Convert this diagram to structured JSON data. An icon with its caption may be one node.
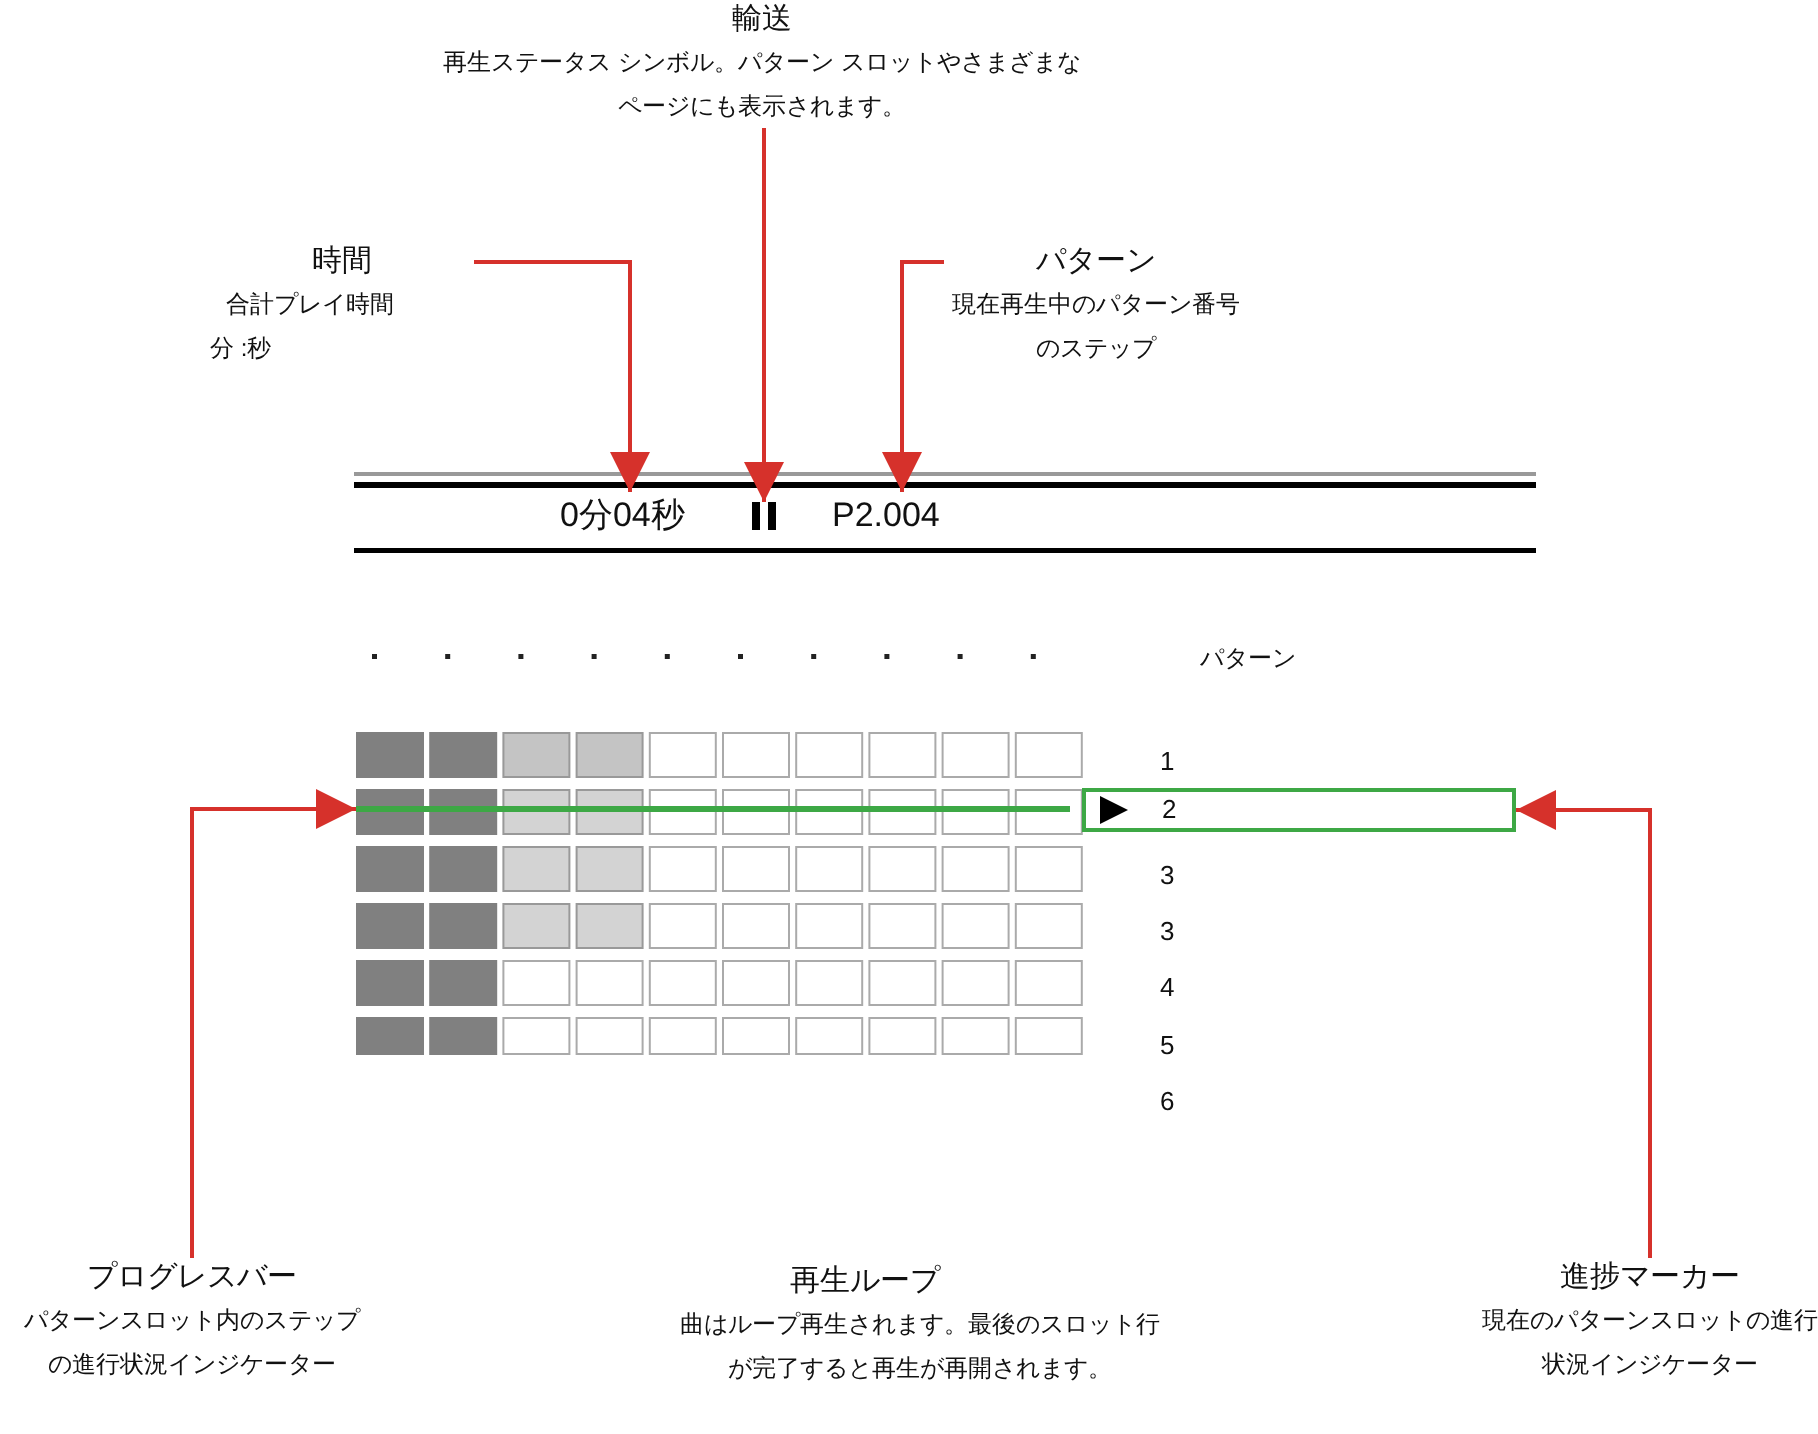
{
  "diagram": {
    "nodes": [
      {
        "text": [
          "輸送",
          "再生ステータス シンボル。パターン スロットやさまざまなページにも表示されます。"
        ]
      },
      {
        "text": [
          "時間",
          "合計プレイ時間",
          "分 :秒"
        ]
      },
      {
        "text": [
          "パターン",
          "現在再生中のパターン番号のステップ"
        ]
      },
      {
        "text": [
          "0分04秒"
        ]
      },
      {
        "text": [],
        "shape": "icon"
      },
      {
        "text": [
          "P2.004"
        ]
      },
      {
        "text": [],
        "shape": "bar"
      },
      {
        "text": [
          "2"
        ]
      },
      {
        "text": [
          "プログレスバー",
          "パターンスロット内のステップの進行状況インジケーター"
        ]
      },
      {
        "text": [
          "進捗マーカー",
          "現在のパターンスロットの進行状況インジケーター"
        ]
      }
    ],
    "edges": [
      {
        "from": 1,
        "to": 3,
        "arrow": "to"
      },
      {
        "from": 0,
        "to": 4,
        "arrow": "to"
      },
      {
        "from": 2,
        "to": 5,
        "arrow": "to"
      },
      {
        "from": 8,
        "to": 6,
        "arrow": "to"
      },
      {
        "from": 9,
        "to": 7,
        "arrow": "to"
      }
    ],
    "labels": [
      "パターン",
      "1",
      "3",
      "3",
      "4",
      "5",
      "6",
      "再生ループ",
      "曲はループ再生されます。最後のスロット行が完了すると再生が再開されます。"
    ]
  }
}
